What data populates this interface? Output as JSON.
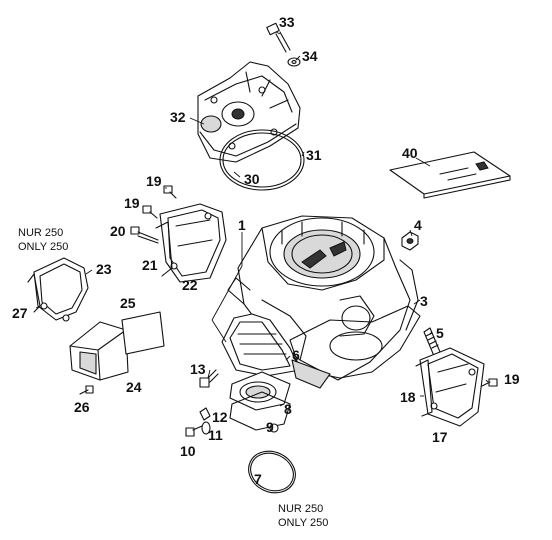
{
  "labels": {
    "p33": "33",
    "p34": "34",
    "p32": "32",
    "p31": "31",
    "p30": "30",
    "p40": "40",
    "p19a": "19",
    "p19b": "19",
    "p20": "20",
    "p21": "21",
    "p22": "22",
    "p1": "1",
    "p4": "4",
    "p23": "23",
    "p27": "27",
    "p25": "25",
    "p24": "24",
    "p26": "26",
    "p3": "3",
    "p5": "5",
    "p13": "13",
    "p6": "6",
    "p8": "8",
    "p12": "12",
    "p11": "11",
    "p9": "9",
    "p10": "10",
    "p18": "18",
    "p17": "17",
    "p19c": "19",
    "p7": "7"
  },
  "notes": {
    "top_left_line1": "NUR 250",
    "top_left_line2": "ONLY 250",
    "bottom_line1": "NUR 250",
    "bottom_line2": "ONLY 250"
  }
}
